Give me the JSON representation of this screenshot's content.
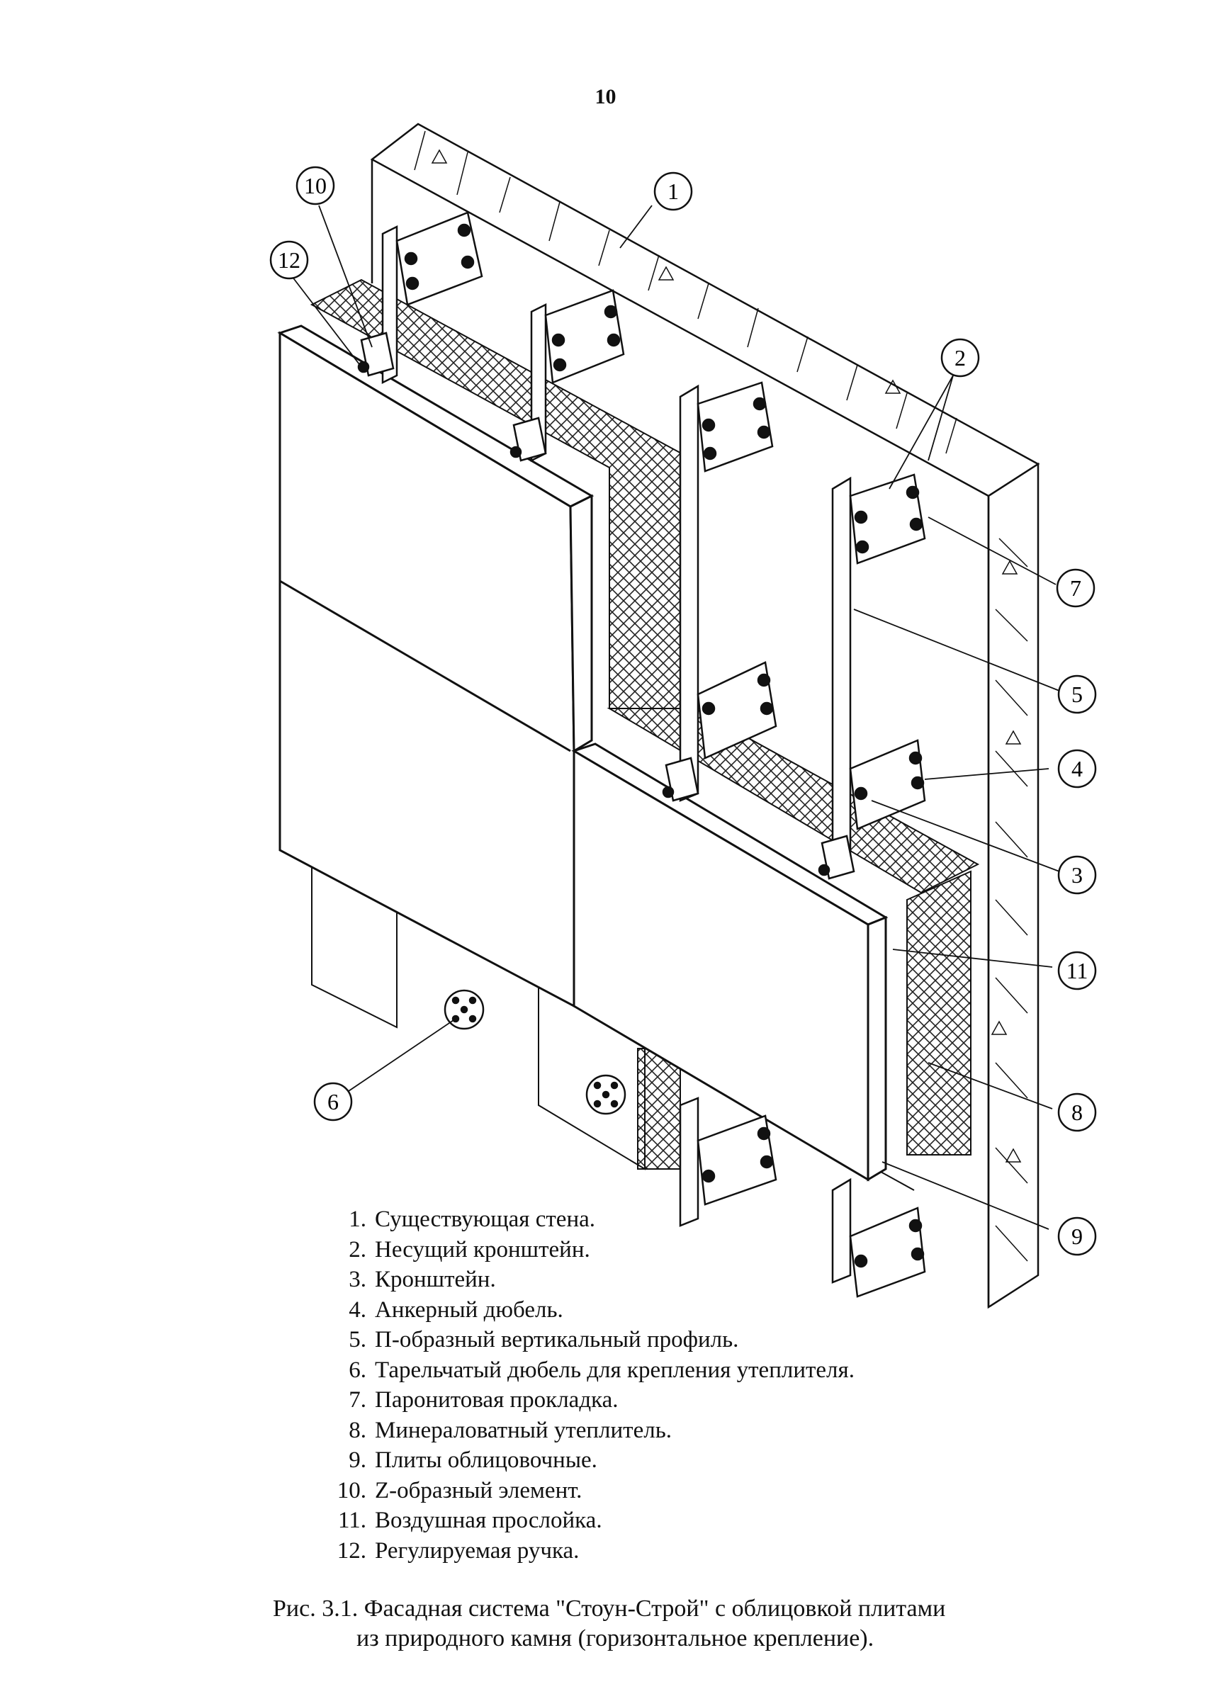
{
  "page_number": "10",
  "callouts": [
    {
      "id": "callout-1",
      "label": "1"
    },
    {
      "id": "callout-2",
      "label": "2"
    },
    {
      "id": "callout-3",
      "label": "3"
    },
    {
      "id": "callout-4",
      "label": "4"
    },
    {
      "id": "callout-5",
      "label": "5"
    },
    {
      "id": "callout-6",
      "label": "6"
    },
    {
      "id": "callout-7",
      "label": "7"
    },
    {
      "id": "callout-8",
      "label": "8"
    },
    {
      "id": "callout-9",
      "label": "9"
    },
    {
      "id": "callout-10",
      "label": "10"
    },
    {
      "id": "callout-11",
      "label": "11"
    },
    {
      "id": "callout-12",
      "label": "12"
    }
  ],
  "legend": [
    {
      "num": "1.",
      "text": "Существующая стена."
    },
    {
      "num": "2.",
      "text": "Несущий кронштейн."
    },
    {
      "num": "3.",
      "text": "Кронштейн."
    },
    {
      "num": "4.",
      "text": "Анкерный дюбель."
    },
    {
      "num": "5.",
      "text": "П-образный вертикальный профиль."
    },
    {
      "num": "6.",
      "text": "Тарельчатый дюбель для крепления утеплителя."
    },
    {
      "num": "7.",
      "text": "Паронитовая прокладка."
    },
    {
      "num": "8.",
      "text": "Минераловатный утеплитель."
    },
    {
      "num": "9.",
      "text": "Плиты облицовочные."
    },
    {
      "num": "10.",
      "text": "Z-образный элемент."
    },
    {
      "num": "11.",
      "text": "Воздушная прослойка."
    },
    {
      "num": "12.",
      "text": "Регулируемая ручка."
    }
  ],
  "caption": {
    "line1": "Рис. 3.1. Фасадная система \"Стоун-Строй\" с облицовкой плитами",
    "line2": "из природного камня (горизонтальное крепление)."
  }
}
